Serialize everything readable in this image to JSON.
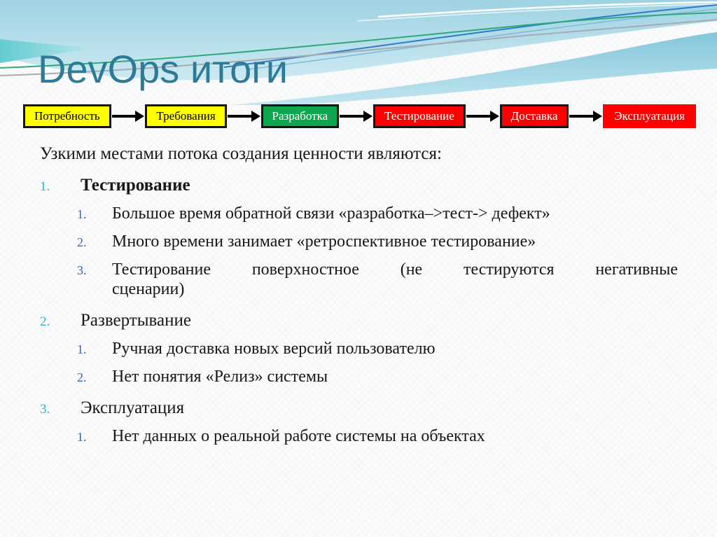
{
  "slide": {
    "title": "DevOps итоги"
  },
  "flow": {
    "steps": [
      {
        "label": "Потребность",
        "bg": "#FFFF00",
        "fg": "#000000",
        "bordered": true
      },
      {
        "label": "Требования",
        "bg": "#FFFF00",
        "fg": "#000000",
        "bordered": true
      },
      {
        "label": "Разработка",
        "bg": "#0EA750",
        "fg": "#FFFFFF",
        "bordered": true
      },
      {
        "label": "Тестирование",
        "bg": "#FD0000",
        "fg": "#FFFFFF",
        "bordered": true
      },
      {
        "label": "Доставка",
        "bg": "#FD0000",
        "fg": "#FFFFFF",
        "bordered": true
      },
      {
        "label": "Эксплуатация",
        "bg": "#FD0000",
        "fg": "#FFFFFF",
        "bordered": false
      }
    ],
    "arrow_color": "#000000"
  },
  "content": {
    "intro": "Узкими местами потока создания ценности являются:",
    "items": [
      {
        "number": "1.",
        "label": "Тестирование",
        "bold": true,
        "subitems": [
          {
            "number": "1.",
            "text": "Большое время обратной связи «разработка–>тест-> дефект»"
          },
          {
            "number": "2.",
            "text": "Много времени занимает «ретроспективное тестирование»"
          },
          {
            "number": "3.",
            "text": "Тестирование поверхностное (не тестируются негативные сценарии)",
            "line1": "Тестирование поверхностное (не тестируются негативные",
            "line2": "сценарии)"
          }
        ]
      },
      {
        "number": "2.",
        "label": "Развертывание",
        "bold": false,
        "subitems": [
          {
            "number": "1.",
            "text": "Ручная доставка новых версий пользователю"
          },
          {
            "number": "2.",
            "text": "Нет понятия «Релиз» системы"
          }
        ]
      },
      {
        "number": "3.",
        "label": "Эксплуатация",
        "bold": false,
        "subitems": [
          {
            "number": "1.",
            "text": "Нет данных о реальной работе системы на объектах"
          }
        ]
      }
    ]
  },
  "colors": {
    "title": "#2E7B97",
    "level1_number": "#2BB5CC",
    "level2_number": "#3D62AC",
    "box_border": "#151515",
    "body_text": "#181818"
  }
}
